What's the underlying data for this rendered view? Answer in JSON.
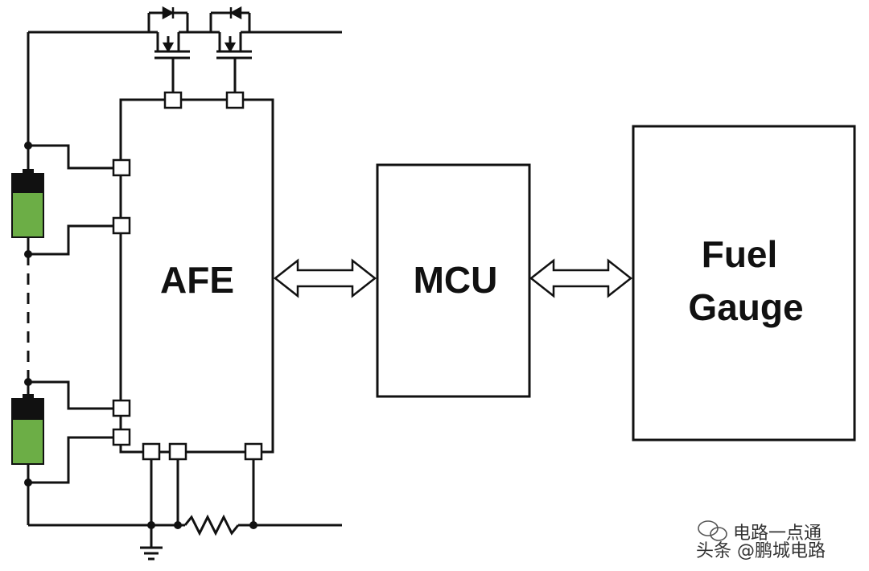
{
  "blocks": {
    "afe": "AFE",
    "mcu": "MCU",
    "fuel_gauge_line1": "Fuel",
    "fuel_gauge_line2": "Gauge"
  },
  "watermark": {
    "line1": "电路一点通",
    "line2": "头条 @鹏城电路"
  },
  "colors": {
    "line": "#111111",
    "cell_body": "#6cae46",
    "cell_cap": "#111111",
    "background": "#ffffff"
  }
}
